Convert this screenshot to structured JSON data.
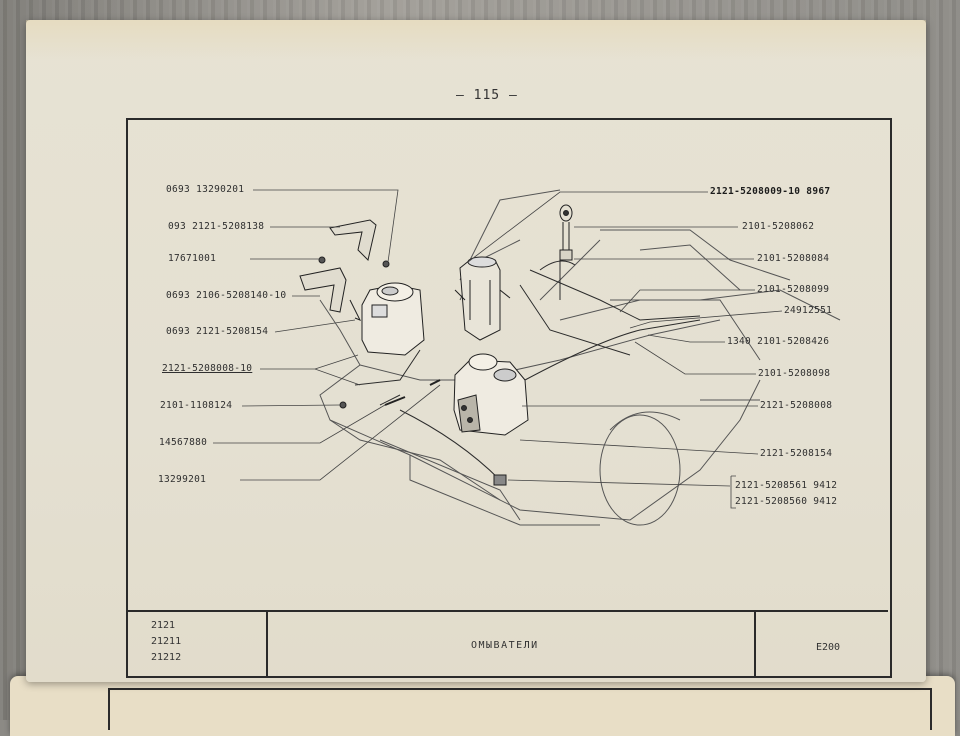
{
  "page": {
    "page_number": "— 115 —",
    "title_block": {
      "models": [
        "2121",
        "21211",
        "21212"
      ],
      "title": "ОМЫВАТЕЛИ",
      "code": "Е200"
    }
  },
  "callouts_left": [
    {
      "text": "0693 13290201",
      "underline": false
    },
    {
      "text": "093 2121-5208138",
      "underline": false
    },
    {
      "text": "17671001",
      "underline": false
    },
    {
      "text": "0693 2106-5208140-10",
      "underline": false
    },
    {
      "text": "0693 2121-5208154",
      "underline": false
    },
    {
      "text": "2121-5208008-10",
      "underline": true
    },
    {
      "text": "2101-1108124",
      "underline": false
    },
    {
      "text": "14567880",
      "underline": false
    },
    {
      "text": "13299201",
      "underline": false
    }
  ],
  "callouts_right": [
    {
      "text": "2121-5208009-10 8967",
      "bold": true
    },
    {
      "text": "2101-5208062",
      "bold": false
    },
    {
      "text": "2101-5208084",
      "bold": false
    },
    {
      "text": "2101-5208099",
      "bold": false
    },
    {
      "text": "24912551",
      "bold": false
    },
    {
      "text": "1340 2101-5208426",
      "bold": false
    },
    {
      "text": "2101-5208098",
      "bold": false
    },
    {
      "text": "2121-5208008",
      "bold": false
    },
    {
      "text": "2121-5208154",
      "bold": false
    },
    {
      "text": "2121-5208561 9412",
      "bold": false
    },
    {
      "text": "2121-5208560 9412",
      "bold": false
    }
  ]
}
